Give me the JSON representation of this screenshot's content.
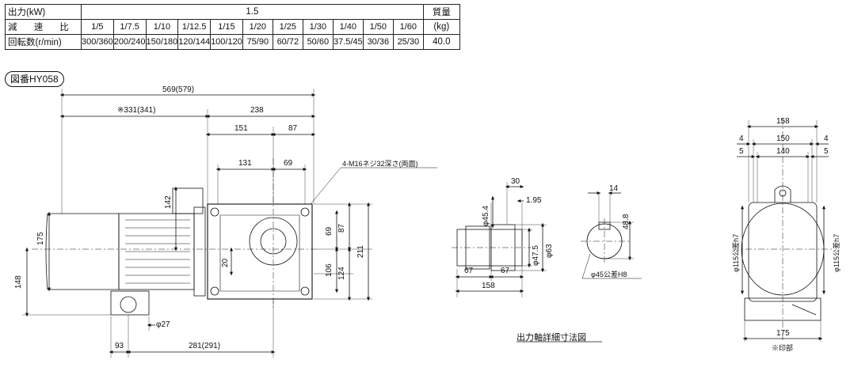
{
  "spec_table": {
    "output_label": "出力(kW)",
    "output_value": "1.5",
    "ratio_label": "減 速 比",
    "speed_label": "回転数(r/min)",
    "mass_label": "質量",
    "mass_unit": "(kg)",
    "mass_value": "40.0",
    "ratios": [
      "1/5",
      "1/7.5",
      "1/10",
      "1/12.5",
      "1/15",
      "1/20",
      "1/25",
      "1/30",
      "1/40",
      "1/50",
      "1/60"
    ],
    "speeds": [
      "300/360",
      "200/240",
      "150/180",
      "120/144",
      "100/120",
      "75/90",
      "60/72",
      "50/60",
      "37.5/45",
      "30/36",
      "25/30"
    ]
  },
  "figure_id": "図番HY058",
  "main_view": {
    "dim_overall": "569(579)",
    "dim_motor_side": "※331(341)",
    "dim_gearbox": "238",
    "dim_151": "151",
    "dim_87_top": "87",
    "dim_131": "131",
    "dim_69_top": "69",
    "tap_note": "4-M16ネジ32深さ(両面)",
    "dim_142": "142",
    "dim_175": "175",
    "dim_148": "148",
    "dim_20": "20",
    "dim_69_right": "69",
    "dim_87_right": "87",
    "dim_106": "106",
    "dim_124": "124",
    "dim_211": "211",
    "dim_phi27": "φ27",
    "dim_93": "93",
    "dim_281": "281(291)"
  },
  "shaft_view": {
    "dim_30": "30",
    "dim_1_95": "1.95",
    "dim_phi45_4": "φ45.4",
    "dim_phi47_5": "φ47.5",
    "dim_phi63": "φ63",
    "dim_67_left": "67",
    "dim_67_right": "67",
    "dim_158": "158",
    "dim_14": "14",
    "dim_48_8": "48.8",
    "dim_phi45h8": "φ45公差H8",
    "caption": "出力軸詳細寸法図"
  },
  "end_view": {
    "dim_158": "158",
    "dim_4_left": "4",
    "dim_150": "150",
    "dim_4_right": "4",
    "dim_5_left": "5",
    "dim_140": "140",
    "dim_5_right": "5",
    "dim_phi115_left": "φ115公差h7",
    "dim_phi115_right": "φ115公差h7",
    "dim_175": "175",
    "note_mark": "※印部"
  }
}
